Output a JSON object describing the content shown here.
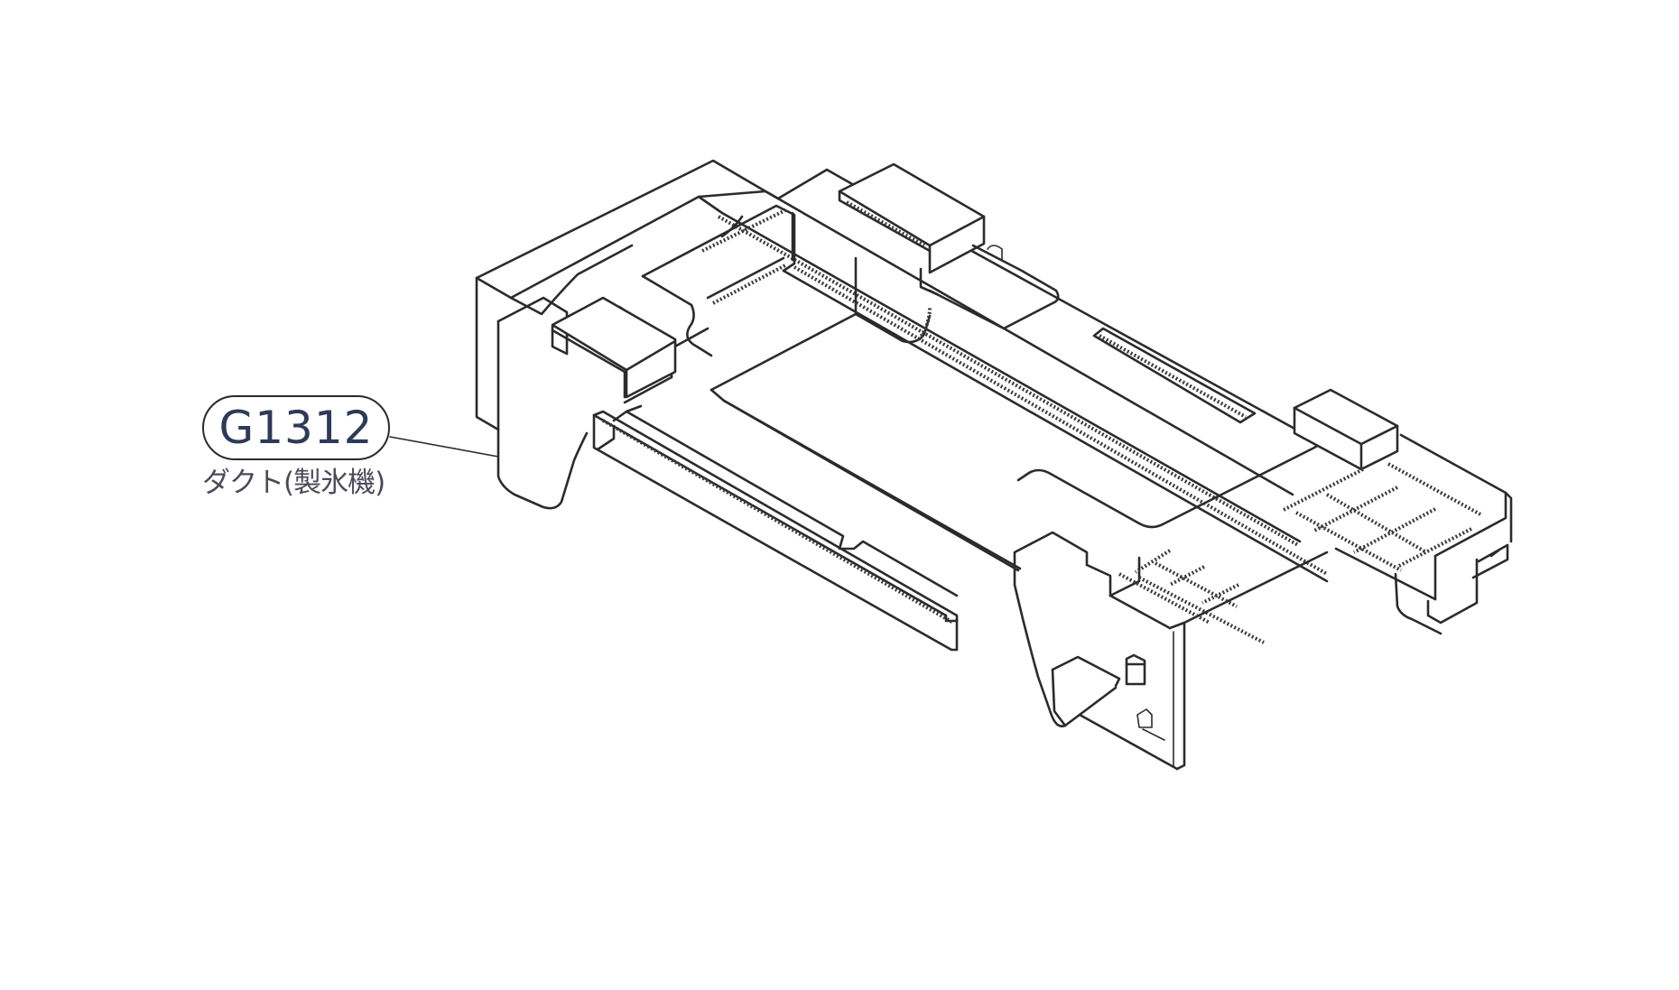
{
  "diagram": {
    "type": "exploded-parts-illustration",
    "subject": "ice maker duct part",
    "style": "isometric line drawing"
  },
  "parts": [
    {
      "part_number": "G1312",
      "part_name": "ダクト(製氷機)",
      "leader_target": "left side wall of duct"
    }
  ],
  "colors": {
    "line": "#2b2b2b",
    "part_number_text": "#2e3a58",
    "part_name_text": "#4a4a5a",
    "background": "#ffffff"
  }
}
